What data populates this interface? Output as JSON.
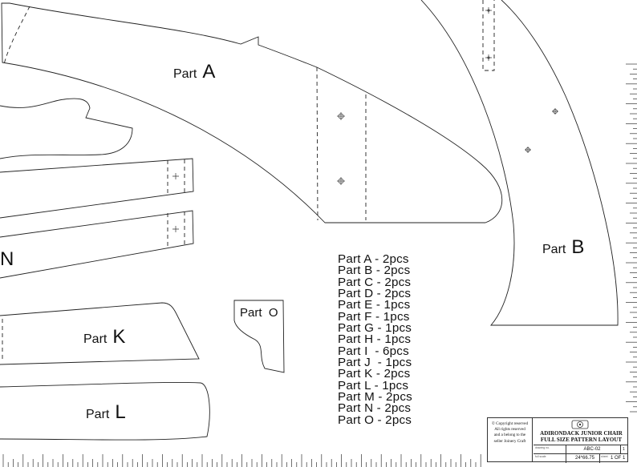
{
  "parts": {
    "A": {
      "prefix": "Part",
      "letter": "A"
    },
    "B": {
      "prefix": "Part",
      "letter": "B"
    },
    "K": {
      "prefix": "Part",
      "letter": "K"
    },
    "L": {
      "prefix": "Part",
      "letter": "L"
    },
    "N": {
      "letter": "N"
    },
    "O": {
      "text": "Part  O"
    }
  },
  "counts": [
    "Part A - 2pcs",
    "Part B - 2pcs",
    "Part C - 2pcs",
    "Part D - 2pcs",
    "Part E - 1pcs",
    "Part F - 1pcs",
    "Part G - 1pcs",
    "Part H - 1pcs",
    "Part I  - 6pcs",
    "Part J  - 1pcs",
    "Part K - 2pcs",
    "Part L - 1pcs",
    "Part M - 2pcs",
    "Part N - 2pcs",
    "Part O - 2pcs"
  ],
  "title_block": {
    "copyright": [
      "© Copyright reserved",
      "All rights reserved",
      "and a belong to the",
      "seller Joinery Craft"
    ],
    "logo": "logo-seal",
    "title_line1": "ADIRONDACK JUNIOR CHAIR",
    "title_line2": "FULL SIZE PATTERN LAYOUT",
    "drawing_no_label": "drawing no.",
    "drawing_no": "ABC-02",
    "rev": "1",
    "scale_label": "full scale",
    "size": "24*66.75",
    "sheet_label": "sheet",
    "sheet": "1 OF 1"
  }
}
